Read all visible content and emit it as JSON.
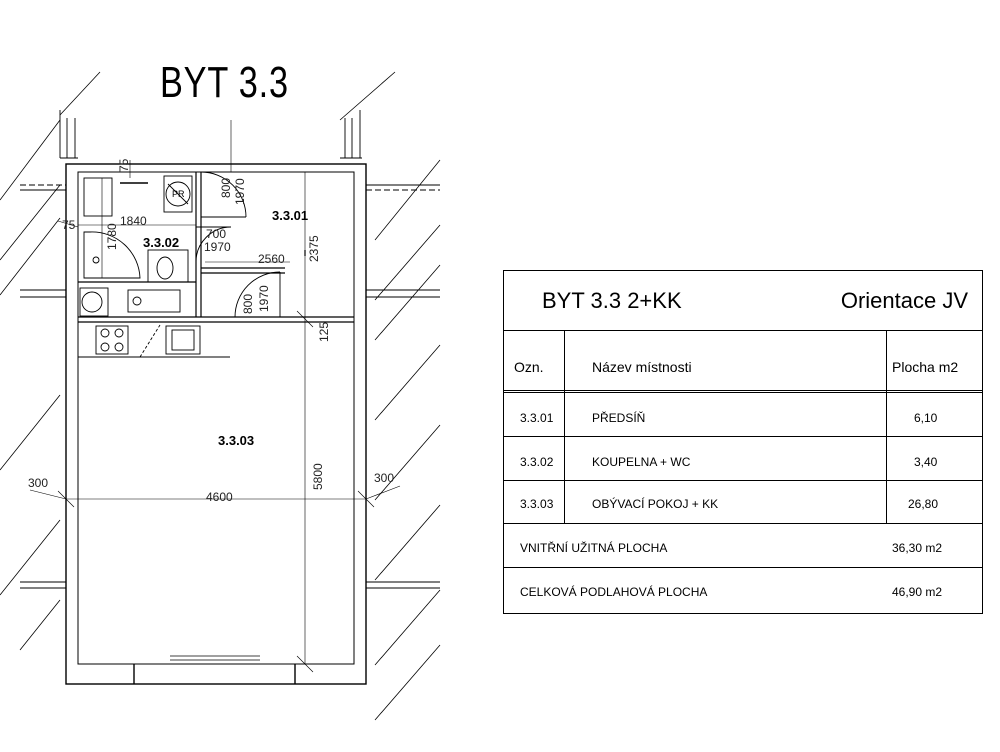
{
  "title": "BYT 3.3",
  "plan": {
    "dimensions": {
      "d75_top": "75",
      "d75_left": "75",
      "d1840": "1840",
      "d1780": "1780",
      "door1_w": "800",
      "door1_h": "1970",
      "d700": "700",
      "d1970_bath": "1970",
      "d2375": "2375",
      "d2560": "2560",
      "door3_w": "800",
      "door3_h": "1970",
      "d125": "125",
      "d300_left": "300",
      "d300_right": "300",
      "d4600": "4600",
      "d5800": "5800"
    },
    "rooms": {
      "r301": "3.3.01",
      "r302": "3.3.02",
      "r303": "3.3.03"
    },
    "pr_label": "PR"
  },
  "table": {
    "title": "BYT 3.3  2+KK",
    "orientation": "Orientace JV",
    "headers": {
      "code": "Ozn.",
      "name": "Název místnosti",
      "area": "Plocha m2"
    },
    "rows": [
      {
        "code": "3.3.01",
        "name": "PŘEDSÍŇ",
        "area": "6,10"
      },
      {
        "code": "3.3.02",
        "name": "KOUPELNA + WC",
        "area": "3,40"
      },
      {
        "code": "3.3.03",
        "name": "OBÝVACÍ POKOJ + KK",
        "area": "26,80"
      }
    ],
    "inner_area_label": "VNITŘNÍ UŽITNÁ PLOCHA",
    "inner_area_value": "36,30 m2",
    "total_area_label": "CELKOVÁ PODLAHOVÁ PLOCHA",
    "total_area_value": "46,90 m2"
  }
}
